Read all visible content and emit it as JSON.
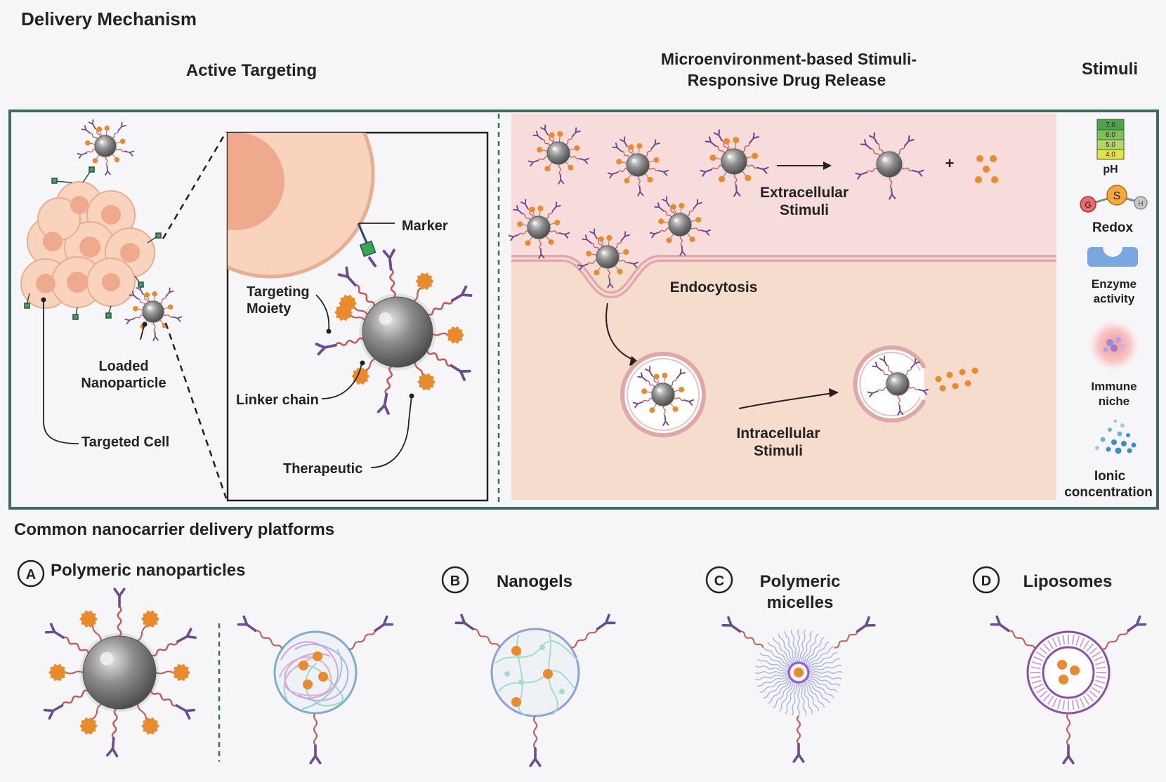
{
  "header": {
    "main_title": "Delivery Mechanism",
    "active_targeting": "Active Targeting",
    "stimuli_release_line1": "Microenvironment-based Stimuli-",
    "stimuli_release_line2": "Responsive Drug Release",
    "stimuli": "Stimuli"
  },
  "targeting": {
    "marker": "Marker",
    "targeting_moiety_line1": "Targeting",
    "targeting_moiety_line2": "Moiety",
    "linker_chain": "Linker chain",
    "therapeutic": "Therapeutic",
    "loaded_np_line1": "Loaded",
    "loaded_np_line2": "Nanoparticle",
    "targeted_cell": "Targeted Cell"
  },
  "release": {
    "extracellular_line1": "Extracellular",
    "extracellular_line2": "Stimuli",
    "plus": "+",
    "endocytosis": "Endocytosis",
    "intracellular_line1": "Intracellular",
    "intracellular_line2": "Stimuli"
  },
  "stimuli": {
    "ph_values": [
      "7.0",
      "6.0",
      "5.0",
      "4.0"
    ],
    "ph": "pH",
    "redox_atoms": [
      "G",
      "S",
      "H"
    ],
    "redox": "Redox",
    "enzyme_line1": "Enzyme",
    "enzyme_line2": "activity",
    "immune_line1": "Immune",
    "immune_line2": "niche",
    "ionic_line1": "Ionic",
    "ionic_line2": "concentration"
  },
  "platforms": {
    "title": "Common nanocarrier delivery platforms",
    "a_letter": "A",
    "a_label": "Polymeric nanoparticles",
    "b_letter": "B",
    "b_label": "Nanogels",
    "c_letter": "C",
    "c_label_line1": "Polymeric",
    "c_label_line2": "micelles",
    "d_letter": "D",
    "d_label": "Liposomes"
  },
  "colors": {
    "frame": "#3d6b62",
    "cell_fill": "#f9d3bd",
    "cell_nucleus": "#efa98d",
    "extracellular_bg": "#f8dcdc",
    "intracellular_bg": "#f5dccc",
    "therapeutic": "#e98a2c",
    "antibody": "#6a4c93",
    "linker": "#c65a5a",
    "nanoparticle": "#7d7d7d"
  }
}
